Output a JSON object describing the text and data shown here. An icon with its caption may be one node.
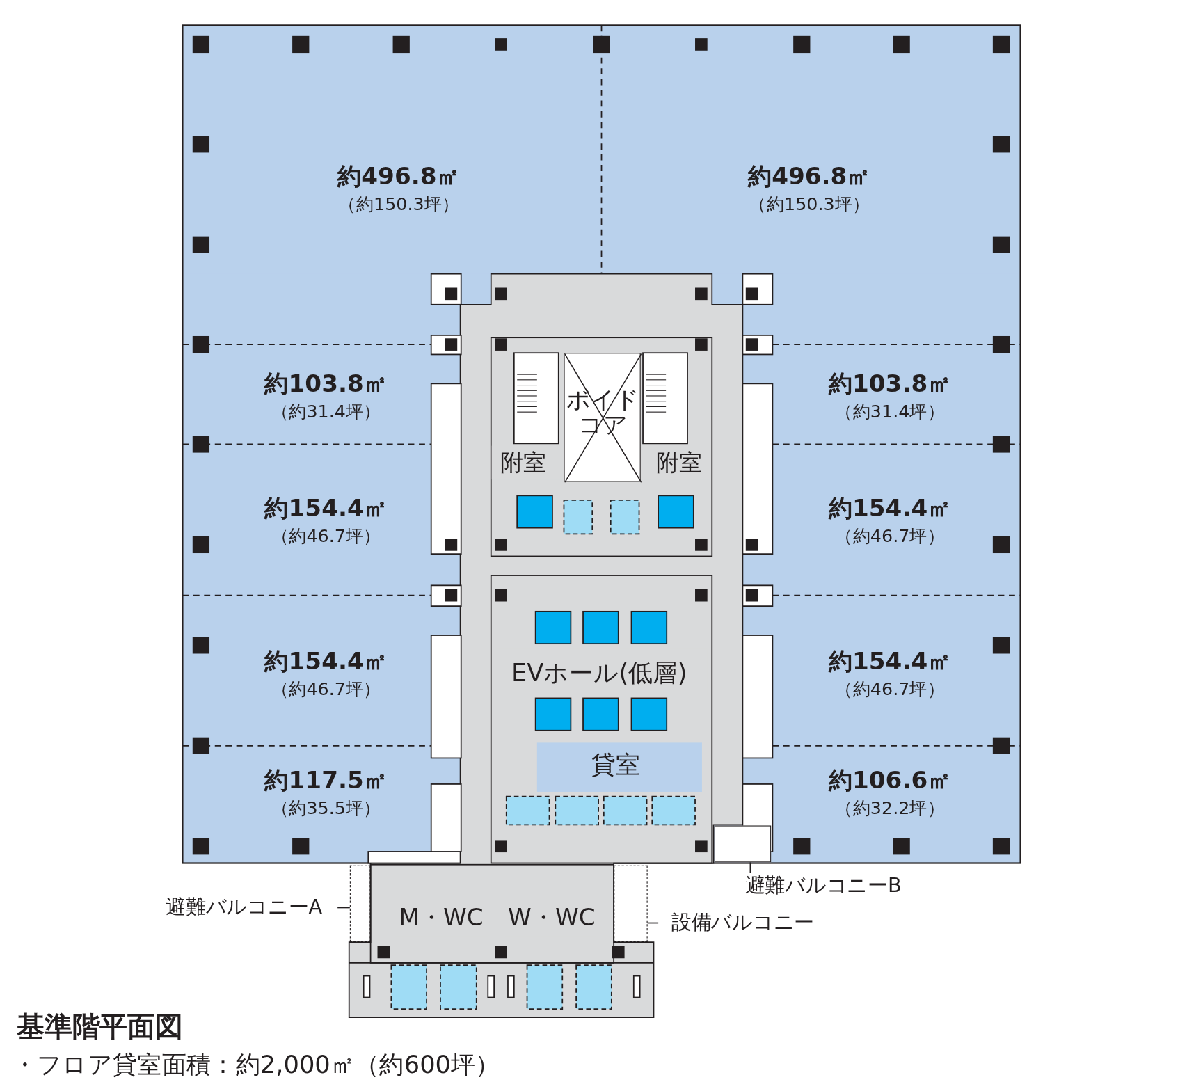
{
  "diagram": {
    "title": "基準階平面図",
    "caption": "・フロア貸室面積：約2,000㎡（約600坪）",
    "nodes": [
      {
        "text": [
          "約496.8㎡",
          "（約150.3坪）"
        ]
      },
      {
        "text": [
          "約496.8㎡",
          "（約150.3坪）"
        ]
      },
      {
        "text": [
          "約103.8㎡",
          "（約31.4坪）"
        ]
      },
      {
        "text": [
          "約103.8㎡",
          "（約31.4坪）"
        ]
      },
      {
        "text": [
          "約154.4㎡",
          "（約46.7坪）"
        ]
      },
      {
        "text": [
          "約154.4㎡",
          "（約46.7坪）"
        ]
      },
      {
        "text": [
          "約154.4㎡",
          "（約46.7坪）"
        ]
      },
      {
        "text": [
          "約154.4㎡",
          "（約46.7坪）"
        ]
      },
      {
        "text": [
          "約117.5㎡",
          "（約35.5坪）"
        ]
      },
      {
        "text": [
          "約106.6㎡",
          "（約32.2坪）"
        ]
      },
      {
        "text": [
          "ボイドコア"
        ]
      },
      {
        "text": [
          "附室"
        ]
      },
      {
        "text": [
          "附室"
        ]
      },
      {
        "text": [
          "EVホール(低層)"
        ]
      },
      {
        "text": [
          "貸室"
        ]
      },
      {
        "text": [
          "M・WC"
        ]
      },
      {
        "text": [
          "W・WC"
        ]
      },
      {
        "text": [
          "避難バルコニーA"
        ]
      },
      {
        "text": [],
        "shape": "box"
      },
      {
        "text": [
          "避難バルコニーB"
        ]
      },
      {
        "text": [],
        "shape": "box"
      },
      {
        "text": [
          "設備バルコニー"
        ]
      },
      {
        "text": [],
        "shape": "box"
      }
    ],
    "edges": [
      {
        "from": 17,
        "to": 18,
        "arrow": "none"
      },
      {
        "from": 19,
        "to": 20,
        "arrow": "none"
      },
      {
        "from": 21,
        "to": 22,
        "arrow": "none"
      }
    ]
  }
}
